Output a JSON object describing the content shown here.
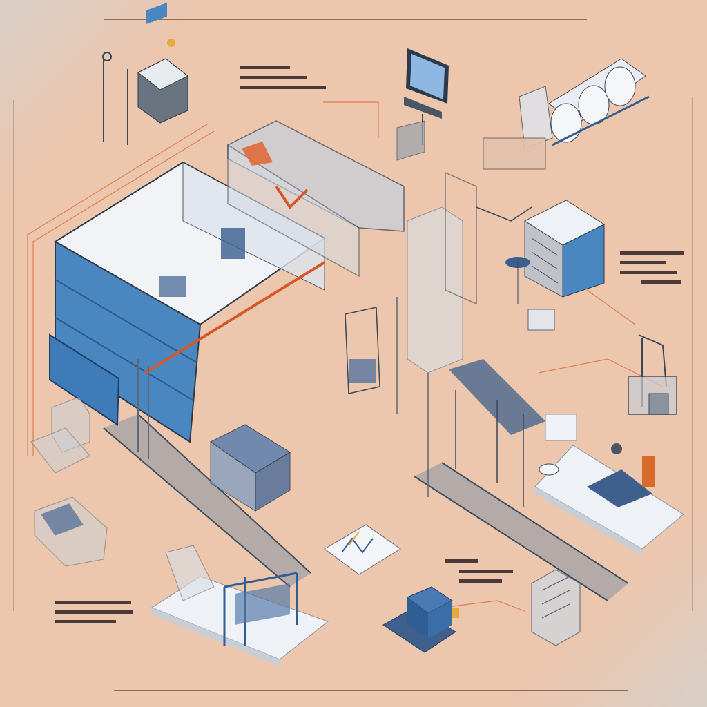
{
  "title": "",
  "colors": {
    "background": "#e9c8b1",
    "frame": "#b7a79c",
    "panel_blue": "#4a86c0",
    "panel_blue_dark": "#2f5f92",
    "conveyor": "#5c6f80",
    "wire": "#e06a3a",
    "platform": "#eef1f6",
    "line_ink": "#3a4a5e"
  },
  "callouts": [
    {
      "id": "callout-top-center",
      "lines": []
    },
    {
      "id": "callout-right",
      "lines": []
    },
    {
      "id": "callout-bottom-center",
      "lines": []
    },
    {
      "id": "callout-bottom-left",
      "lines": []
    }
  ],
  "machines": [
    {
      "name": "scanner-station",
      "icon": "scanner-icon"
    },
    {
      "name": "monitor-workstation",
      "icon": "monitor-icon"
    },
    {
      "name": "tank-line",
      "icon": "tank-icon"
    },
    {
      "name": "main-enclosure",
      "icon": "building-icon"
    },
    {
      "name": "storage-rack",
      "icon": "rack-icon"
    },
    {
      "name": "robot-arm",
      "icon": "robot-arm-icon"
    },
    {
      "name": "assembly-platform",
      "icon": "platform-icon"
    },
    {
      "name": "blue-press",
      "icon": "press-icon"
    },
    {
      "name": "packaging-unit",
      "icon": "package-icon"
    }
  ]
}
